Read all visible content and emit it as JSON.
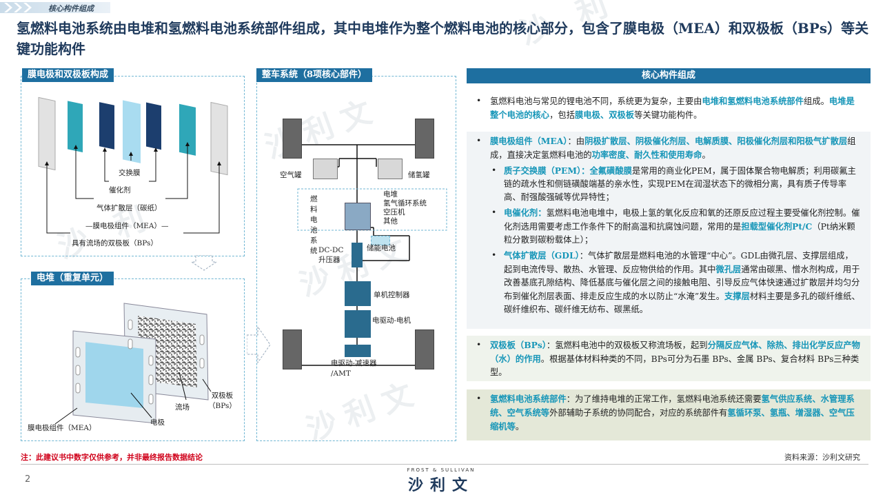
{
  "header": {
    "section_tab": "核心构件组成"
  },
  "title": "氢燃料电池系统由电堆和氢燃料电池系统部件组成，其中电堆作为整个燃料电池的核心部分，包含了膜电极（MEA）和双极板（BPs）等关键功能构件",
  "left_top": {
    "title": "膜电极和双极板构成",
    "labels": {
      "pem": "交换膜",
      "catalyst": "催化剂",
      "gdl": "气体扩散层（碳纸）",
      "mea": "—膜电极组件（MEA）—",
      "bps": "具有流场的双极板（BPs）"
    }
  },
  "left_bottom": {
    "title": "电堆（重复单元）",
    "labels": {
      "bps": "双极板\n（BPs）",
      "flow": "流场",
      "electrode": "电极",
      "mea": "膜电极组件（MEA）"
    }
  },
  "middle": {
    "title": "整车系统（8项核心部件）",
    "labels": {
      "air_tank": "空气罐",
      "h2_tank": "储氢罐",
      "fc_system": "燃料电池系统",
      "components": "电堆\n氢气循环系统\n空压机\n其他",
      "dcdc": "DC-DC\n升压器",
      "battery": "储能电池",
      "controller": "单机控制器",
      "motor": "电驱动-电机",
      "reducer": "电驱动-减速器\n/AMT"
    }
  },
  "right": {
    "title": "核心构件组成",
    "s1": {
      "p1": "氢燃料电池与常见的锂电池不同，系统更为复杂，主要由",
      "h1": "电堆和氢燃料电池系统部件",
      "p2": "组成。",
      "h2": "电堆是整个电池的核心",
      "p3": "，包括",
      "h3": "膜电极、双极板",
      "p4": "等关键功能构件。"
    },
    "s2": {
      "h1": "膜电极组件（MEA）",
      "p1": "：由",
      "h2": "阴极扩散层、阴极催化剂层、电解质膜、阳极催化剂层和阳极气扩散层",
      "p2": "组成，直接决定氢燃料电池的",
      "h3": "功率密度、耐久性和使用寿命",
      "p3": "。",
      "sub1": {
        "h": "质子交换膜（PEM）：全氟磺酸膜",
        "t": "是常用的商业化PEM，属于固体聚合物电解质；利用碳氟主链的疏水性和侧链磺酸端基的亲水性，实现PEM在润湿状态下的微相分离，具有质子传导率高、耐强酸强碱等优异特性；"
      },
      "sub2": {
        "h": "电催化剂：",
        "t1": "氢燃料电池电堆中，电极上氢的氧化反应和氧的还原反应过程主要受催化剂控制。催化剂选用需要考虑工作条件下的耐高温和抗腐蚀问题，常用的是",
        "h2": "担载型催化剂Pt/C",
        "t2": "（Pt纳米颗粒分散到碳粉载体上）；"
      },
      "sub3": {
        "h": "气体扩散层（GDL）",
        "t1": "：气体扩散层是燃料电池的水管理“中心”。GDL由微孔层、支撑层组成，起到电流传导、散热、水管理、反应物供给的作用。其中",
        "h2": "微孔层",
        "t2": "通常由碳黑、憎水剂构成，用于改善基底孔隙结构、降低基底与催化层之间的接触电阻、引导反应气体快速通过扩散层并均匀分布到催化剂层表面、排走反应生成的水以防止“水淹”发生。",
        "h3": "支撑层",
        "t3": "材料主要是多孔的碳纤维纸、碳纤维织布、碳纤维无纺布、碳黑纸。"
      }
    },
    "s3": {
      "h1": "双极板（BPs）",
      "p1": "：氢燃料电池中的双极板又称流场板，起到",
      "h2": "分隔反应气体、除热、排出化学反应产物（水）的作用",
      "p2": "。根据基体材料种类的不同，BPs可分为石墨 BPs、金属 BPs、复合材料 BPs三种类型。"
    },
    "s4": {
      "h1": "氢燃料电池系统部件",
      "p1": "：为了维持电堆的正常工作，氢燃料电池系统还需要",
      "h2": "氢气供应系统、水管理系统、空气系统等",
      "p2": "外部辅助子系统的协同配合，对应的系统部件有",
      "h3": "氢循环泵、氢瓶、增湿器、空气压缩机等",
      "p3": "。"
    }
  },
  "footer": {
    "note": "注：此建议书中数字仅供参考，并非最终报告数据结论",
    "source": "资料来源：沙利文研究",
    "page": "2",
    "logo_en": "FROST & SULLIVAN",
    "logo_cn": "沙利文"
  },
  "colors": {
    "accent": "#1e6fa0",
    "highlight": "#1796b8",
    "title": "#1f3a5c",
    "note": "#d0021b"
  }
}
